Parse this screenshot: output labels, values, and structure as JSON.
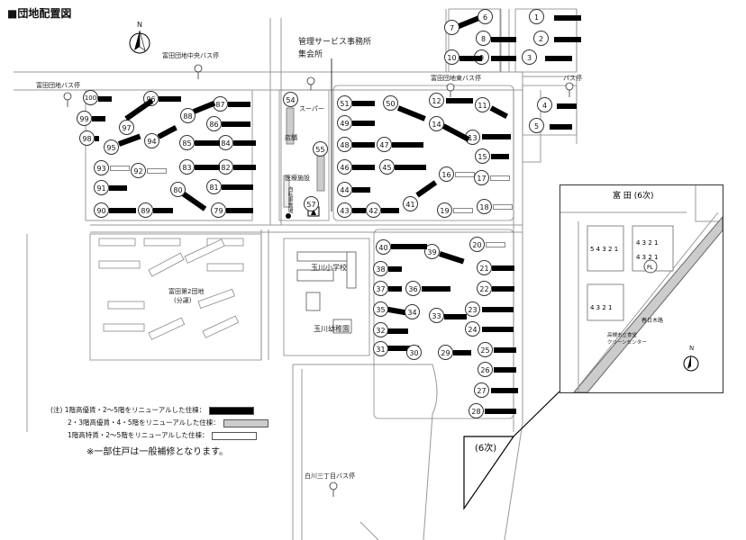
{
  "title": "■団地配置図",
  "labels": {
    "mgmt1": "管理サービス事務所",
    "mgmt2": "集会所",
    "bus_center": "富田団地中央バス停",
    "bus_east": "富田団地東バス停",
    "bus_west": "富田団地バス停",
    "bus_stop": "バス停",
    "bus_south": "白川三丁目バス停",
    "super": "スーパー",
    "shops": "店舗",
    "medical": "医療施設",
    "park": "自転車置場",
    "school": "玉川小学校",
    "kinder": "玉川幼稚園",
    "danchi2a": "富田第2団地",
    "danchi2b": "(分譲)",
    "north": "N",
    "tag6": "(6次)"
  },
  "inset": {
    "title": "富 田 (6次)",
    "road": "春日木路",
    "center": "高槻市立食堂",
    "center2": "クリーンセンター",
    "north": "N"
  },
  "legend": {
    "items": [
      {
        "text": "(注) 1階高優賃・2〜5階をリニューアルした住棟：",
        "color": "#000000"
      },
      {
        "text": "2・3階高優賃・4・5階をリニューアルした住棟：",
        "color": "#cccccc"
      },
      {
        "text": "1階高特賃・2〜5階をリニューアルした住棟：",
        "color": "#ffffff"
      }
    ],
    "note": "※一部住戸は一般補修となります。"
  },
  "buildings": [
    {
      "id": "1",
      "t": "black"
    },
    {
      "id": "2",
      "t": "black"
    },
    {
      "id": "3",
      "t": "black"
    },
    {
      "id": "4",
      "t": "black"
    },
    {
      "id": "5",
      "t": "black"
    },
    {
      "id": "6",
      "t": "black"
    },
    {
      "id": "7",
      "t": "black"
    },
    {
      "id": "8",
      "t": "black"
    },
    {
      "id": "9",
      "t": "black"
    },
    {
      "id": "10",
      "t": "black"
    },
    {
      "id": "11",
      "t": "black"
    },
    {
      "id": "12",
      "t": "black"
    },
    {
      "id": "13",
      "t": "black"
    },
    {
      "id": "14",
      "t": "black"
    },
    {
      "id": "15",
      "t": "black"
    },
    {
      "id": "16",
      "t": "white"
    },
    {
      "id": "17",
      "t": "white"
    },
    {
      "id": "18",
      "t": "white"
    },
    {
      "id": "19",
      "t": "white"
    },
    {
      "id": "20",
      "t": "white"
    },
    {
      "id": "21",
      "t": "black"
    },
    {
      "id": "22",
      "t": "black"
    },
    {
      "id": "23",
      "t": "black"
    },
    {
      "id": "24",
      "t": "black"
    },
    {
      "id": "25",
      "t": "black"
    },
    {
      "id": "26",
      "t": "black"
    },
    {
      "id": "27",
      "t": "black"
    },
    {
      "id": "28",
      "t": "black"
    },
    {
      "id": "29",
      "t": "black"
    },
    {
      "id": "30",
      "t": "black"
    },
    {
      "id": "31",
      "t": "black"
    },
    {
      "id": "32",
      "t": "black"
    },
    {
      "id": "33",
      "t": "black"
    },
    {
      "id": "34",
      "t": "black"
    },
    {
      "id": "35",
      "t": "black"
    },
    {
      "id": "36",
      "t": "black"
    },
    {
      "id": "37",
      "t": "black"
    },
    {
      "id": "38",
      "t": "black"
    },
    {
      "id": "39",
      "t": "black"
    },
    {
      "id": "40",
      "t": "black"
    },
    {
      "id": "41",
      "t": "black"
    },
    {
      "id": "42",
      "t": "black"
    },
    {
      "id": "43",
      "t": "black"
    },
    {
      "id": "44",
      "t": "black"
    },
    {
      "id": "45",
      "t": "black"
    },
    {
      "id": "46",
      "t": "black"
    },
    {
      "id": "47",
      "t": "black"
    },
    {
      "id": "48",
      "t": "black"
    },
    {
      "id": "49",
      "t": "black"
    },
    {
      "id": "50",
      "t": "black"
    },
    {
      "id": "51",
      "t": "black"
    },
    {
      "id": "54",
      "t": "grey"
    },
    {
      "id": "55",
      "t": "grey"
    },
    {
      "id": "57",
      "t": "white"
    },
    {
      "id": "79",
      "t": "black"
    },
    {
      "id": "80",
      "t": "black"
    },
    {
      "id": "81",
      "t": "black"
    },
    {
      "id": "82",
      "t": "black"
    },
    {
      "id": "83",
      "t": "black"
    },
    {
      "id": "84",
      "t": "black"
    },
    {
      "id": "85",
      "t": "black"
    },
    {
      "id": "86",
      "t": "black"
    },
    {
      "id": "87",
      "t": "black"
    },
    {
      "id": "88",
      "t": "black"
    },
    {
      "id": "89",
      "t": "black"
    },
    {
      "id": "90",
      "t": "black"
    },
    {
      "id": "91",
      "t": "black"
    },
    {
      "id": "92",
      "t": "white"
    },
    {
      "id": "93",
      "t": "white"
    },
    {
      "id": "94",
      "t": "black"
    },
    {
      "id": "95",
      "t": "black"
    },
    {
      "id": "96",
      "t": "black"
    },
    {
      "id": "97",
      "t": "black"
    },
    {
      "id": "98",
      "t": "black"
    },
    {
      "id": "99",
      "t": "black"
    },
    {
      "id": "100",
      "t": "black"
    }
  ]
}
